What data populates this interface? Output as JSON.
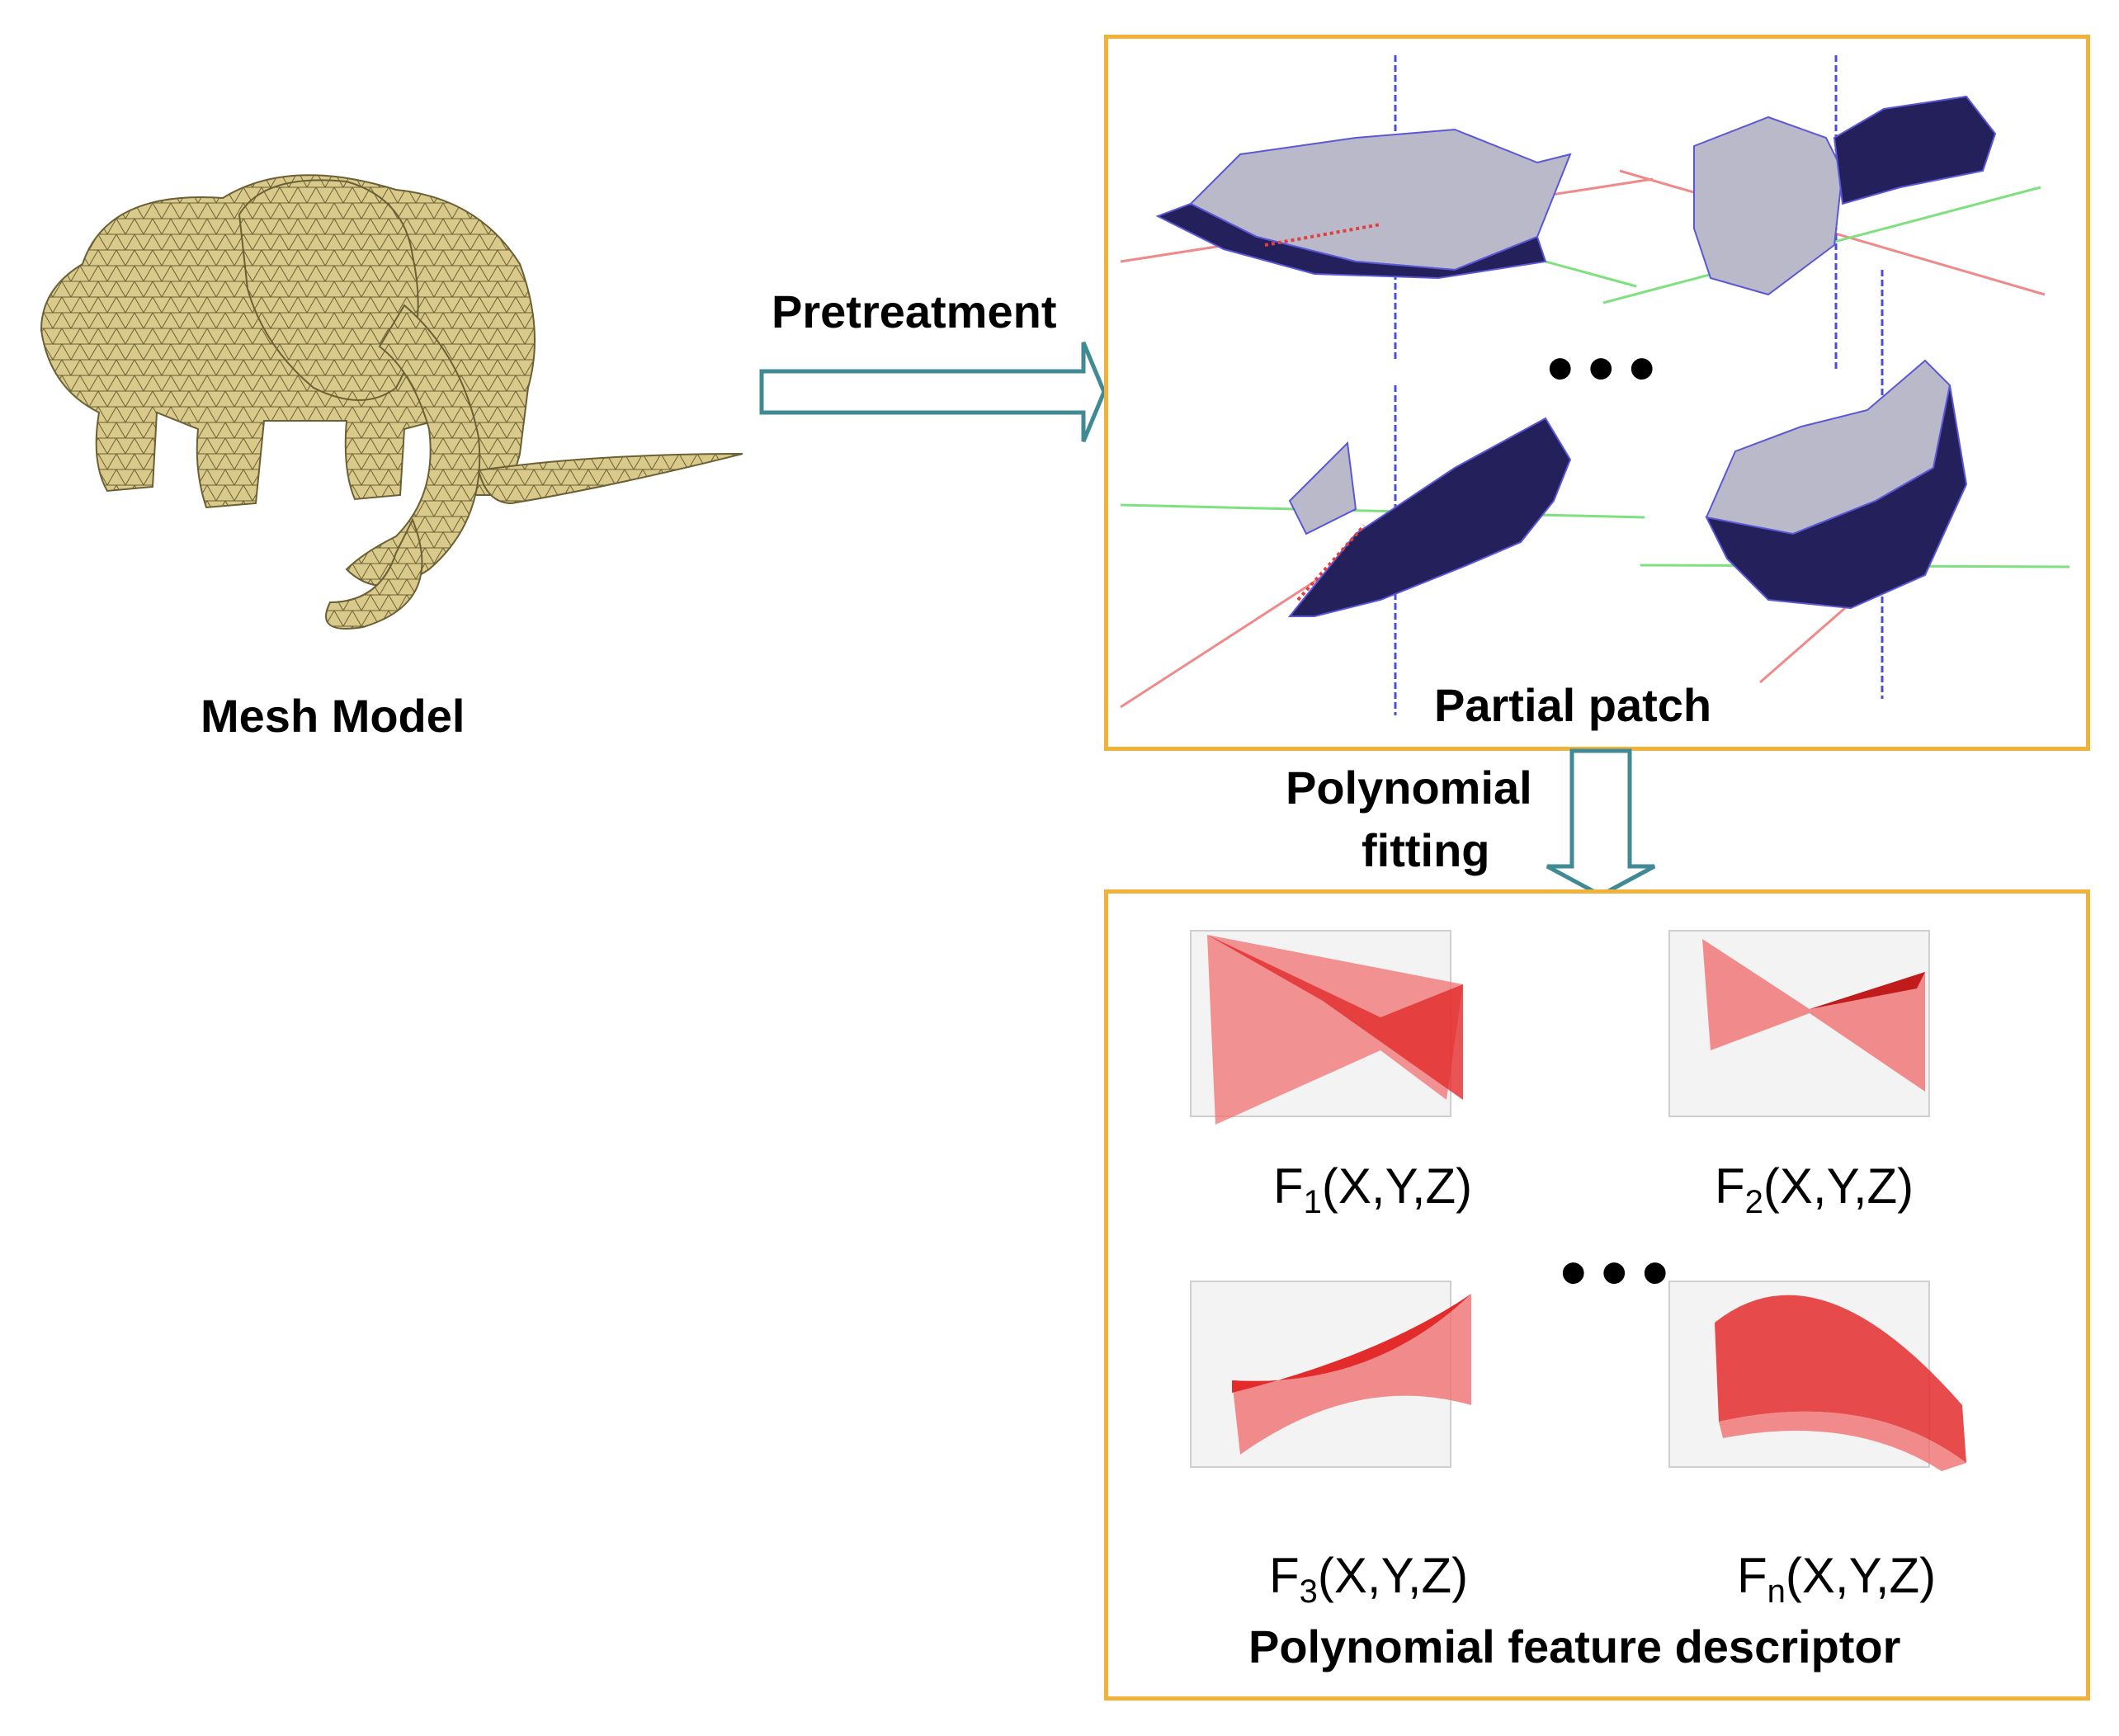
{
  "mesh_label": "Mesh Model",
  "pretreatment_label": "Pretreatment",
  "partial_patch_label": "Partial patch",
  "polynomial_fitting_line1": "Polynomial",
  "polynomial_fitting_line2": "fitting",
  "descriptor_label": "Polynomial feature descriptor",
  "ellipsis": "•••",
  "functions": [
    {
      "base": "F",
      "sub": "1",
      "args": "(X,Y,Z)"
    },
    {
      "base": "F",
      "sub": "2",
      "args": "(X,Y,Z)"
    },
    {
      "base": "F",
      "sub": "3",
      "args": "(X,Y,Z)"
    },
    {
      "base": "F",
      "sub": "n",
      "args": "(X,Y,Z)"
    }
  ],
  "colors": {
    "box_border": "#f0b23a",
    "arrow_stroke": "#3f8a95",
    "mesh_fill": "#d9c98a",
    "patch_light": "#b9b9c9",
    "patch_dark": "#23205c",
    "surface_red": "#e32b2b"
  }
}
